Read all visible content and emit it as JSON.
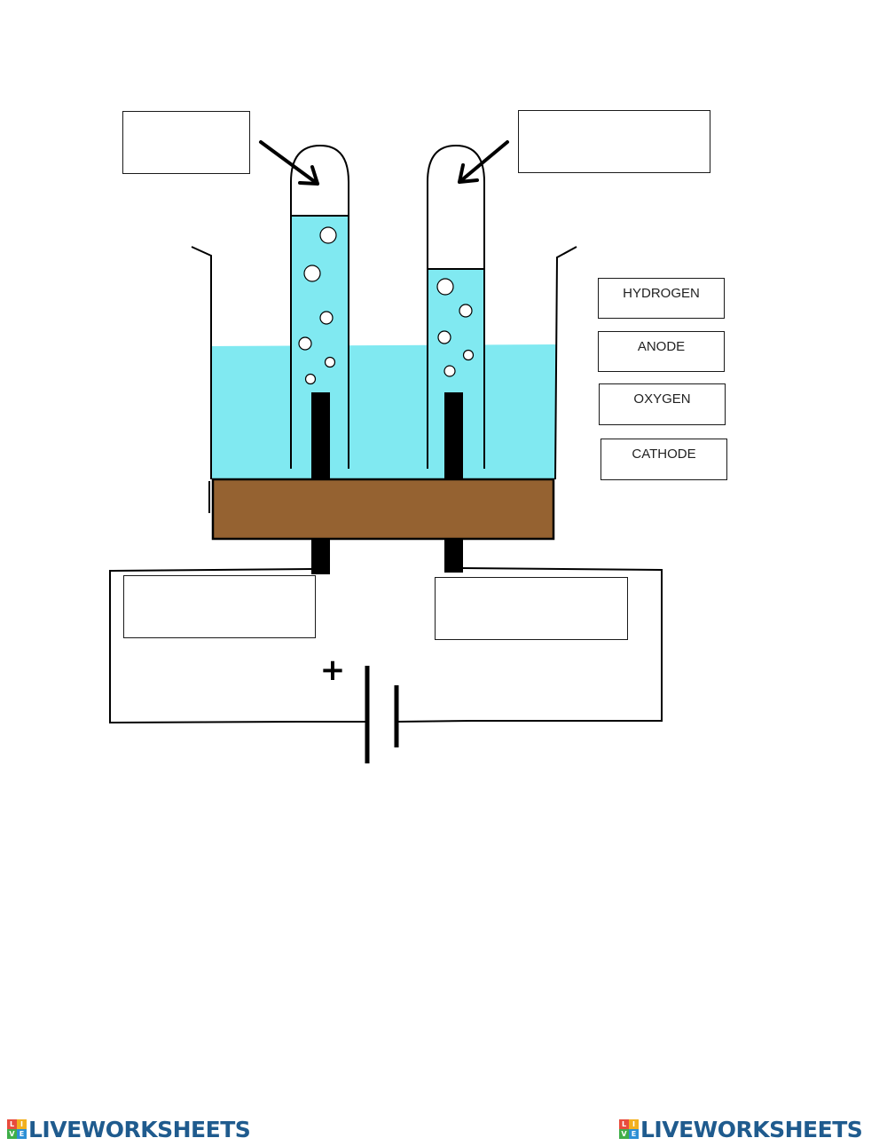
{
  "word_bank": [
    "HYDROGEN",
    "ANODE",
    "OXYGEN",
    "CATHODE"
  ],
  "battery": {
    "positive_sign": "+"
  },
  "footer": {
    "brand": "LIVEWORKSHEETS",
    "logo_letters": [
      "L",
      "I",
      "V",
      "E"
    ]
  },
  "colors": {
    "electrolyte": "#80e9f1",
    "stand": "#956231",
    "electrode": "#000000",
    "brand": "#1f5b8e"
  }
}
